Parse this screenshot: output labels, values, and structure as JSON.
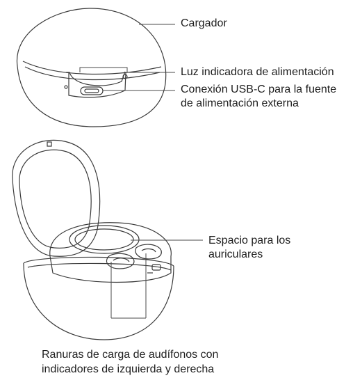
{
  "labels": {
    "charger": "Cargador",
    "power_light": "Luz indicadora de alimentación",
    "usb_line1": "Conexión USB-C para la fuente",
    "usb_line2": "de alimentación externa",
    "space_line1": "Espacio para los",
    "space_line2": "auriculares",
    "slots_line1": "Ranuras de carga de audífonos con",
    "slots_line2": "indicadores de izquierda y derecha"
  }
}
